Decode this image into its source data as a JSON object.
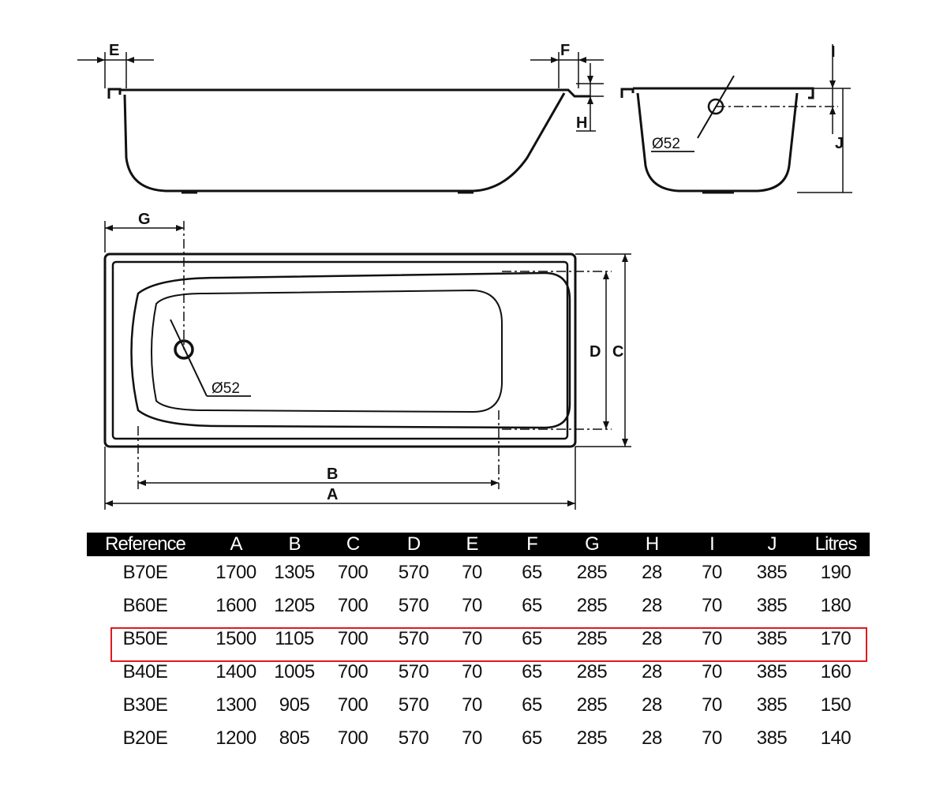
{
  "labels": {
    "E": "E",
    "F": "F",
    "H": "H",
    "I": "I",
    "J": "J",
    "G": "G",
    "D": "D",
    "C": "C",
    "B": "B",
    "A": "A",
    "drain_side": "Ø52",
    "drain_top": "Ø52"
  },
  "table": {
    "headers": [
      "Reference",
      "A",
      "B",
      "C",
      "D",
      "E",
      "F",
      "G",
      "H",
      "I",
      "J",
      "Litres"
    ],
    "rows": [
      [
        "B70E",
        "1700",
        "1305",
        "700",
        "570",
        "70",
        "65",
        "285",
        "28",
        "70",
        "385",
        "190"
      ],
      [
        "B60E",
        "1600",
        "1205",
        "700",
        "570",
        "70",
        "65",
        "285",
        "28",
        "70",
        "385",
        "180"
      ],
      [
        "B50E",
        "1500",
        "1105",
        "700",
        "570",
        "70",
        "65",
        "285",
        "28",
        "70",
        "385",
        "170"
      ],
      [
        "B40E",
        "1400",
        "1005",
        "700",
        "570",
        "70",
        "65",
        "285",
        "28",
        "70",
        "385",
        "160"
      ],
      [
        "B30E",
        "1300",
        "905",
        "700",
        "570",
        "70",
        "65",
        "285",
        "28",
        "70",
        "385",
        "150"
      ],
      [
        "B20E",
        "1200",
        "805",
        "700",
        "570",
        "70",
        "65",
        "285",
        "28",
        "70",
        "385",
        "140"
      ]
    ],
    "highlighted_row": "B50E",
    "highlight_color": "#e0191d"
  }
}
